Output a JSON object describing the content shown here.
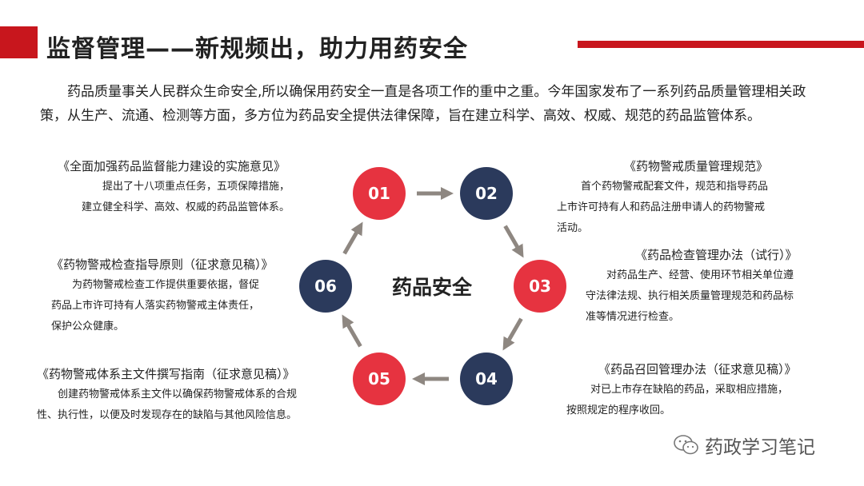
{
  "header": {
    "title": "监督管理——新规频出，助力用药安全"
  },
  "intro": "药品质量事关人民群众生命安全,所以确保用药安全一直是各项工作的重中之重。今年国家发布了一系列药品质量管理相关政策，从生产、流通、检测等方面，多方位为药品安全提供法律保障，旨在建立科学、高效、权威、规范的药品监管体系。",
  "cycle": {
    "center": "药品安全",
    "nodes": [
      {
        "label": "01",
        "color": "#e63340"
      },
      {
        "label": "02",
        "color": "#2b3a5c"
      },
      {
        "label": "03",
        "color": "#e63340"
      },
      {
        "label": "04",
        "color": "#2b3a5c"
      },
      {
        "label": "05",
        "color": "#e63340"
      },
      {
        "label": "06",
        "color": "#2b3a5c"
      }
    ],
    "arrow_color": "#8e8781"
  },
  "blocks": [
    {
      "title": "《全面加强药品监督能力建设的实施意见》",
      "lines": [
        "提出了十八项重点任务，五项保障措施，",
        "建立健全科学、高效、权威的药品监管体系。"
      ]
    },
    {
      "title": "《药物警戒质量管理规范》",
      "lines": [
        "首个药物警戒配套文件，规范和指导药品",
        "上市许可持有人和药品注册申请人的药物警戒",
        "活动。"
      ]
    },
    {
      "title": "《药物警戒检查指导原则（征求意见稿）》",
      "lines": [
        "为药物警戒检查工作提供重要依据，督促",
        "药品上市许可持有人落实药物警戒主体责任，",
        "保护公众健康。"
      ]
    },
    {
      "title": "《药品检查管理办法（试行）》",
      "lines": [
        "对药品生产、经营、使用环节相关单位遵",
        "守法律法规、执行相关质量管理规范和药品标",
        "准等情况进行检查。"
      ]
    },
    {
      "title": "《药物警戒体系主文件撰写指南（征求意见稿）》",
      "lines": [
        "创建药物警戒体系主文件以确保药物警戒体系的合规",
        "性、执行性，以便及时发现存在的缺陷与其他风险信息。"
      ]
    },
    {
      "title": "《药品召回管理办法（征求意见稿）》",
      "lines": [
        "对已上市存在缺陷的药品，采取相应措施，",
        "按照规定的程序收回。"
      ]
    }
  ],
  "watermark": {
    "text": "药政学习笔记",
    "icon": "wechat-icon"
  }
}
